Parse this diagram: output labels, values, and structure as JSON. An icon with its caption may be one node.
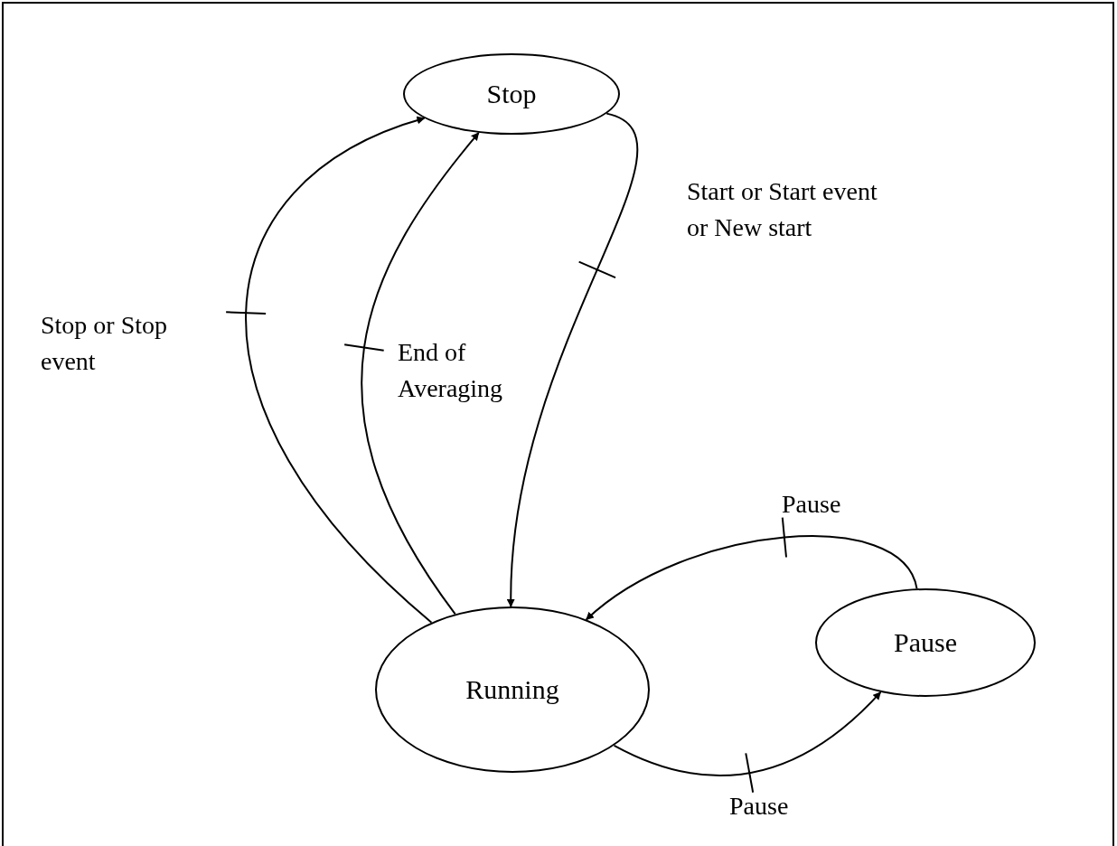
{
  "diagram": {
    "nodes": [
      {
        "text": [
          "Stop"
        ]
      },
      {
        "text": [
          "Running"
        ]
      },
      {
        "text": [
          "Pause"
        ]
      }
    ],
    "edges": [
      {
        "from": 0,
        "to": 1,
        "arrow": "to",
        "label": "Start or Start event or New start"
      },
      {
        "from": 1,
        "to": 0,
        "arrow": "to",
        "label": "Stop or Stop event"
      },
      {
        "from": 1,
        "to": 0,
        "arrow": "to",
        "label": "End of Averaging"
      },
      {
        "from": 2,
        "to": 1,
        "arrow": "to",
        "label": "Pause"
      },
      {
        "from": 1,
        "to": 2,
        "arrow": "to",
        "label": "Pause"
      }
    ]
  }
}
